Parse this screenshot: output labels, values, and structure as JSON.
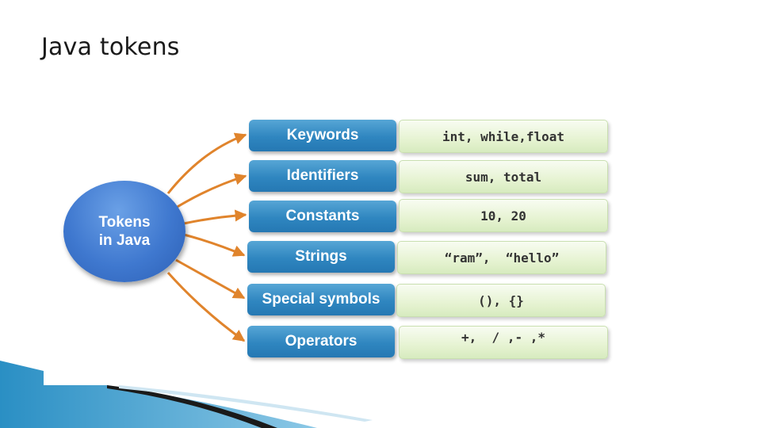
{
  "slide": {
    "title": "Java tokens"
  },
  "hub": {
    "line1": "Tokens",
    "line2": "in Java"
  },
  "tokens": [
    {
      "category": "Keywords",
      "examples": "int, while,float"
    },
    {
      "category": "Identifiers",
      "examples": "sum, total"
    },
    {
      "category": "Constants",
      "examples": "10, 20"
    },
    {
      "category": "Strings",
      "examples": "“ram”,  “hello”"
    },
    {
      "category": "Special symbols",
      "examples": "(), {}"
    },
    {
      "category": "Operators",
      "examples": "+,  / ,- ,*"
    }
  ],
  "colors": {
    "arrow": "#e0842c",
    "category_box": "#2f86c0",
    "example_box": "#e6f3d2",
    "hub": "#3f78cf",
    "corner_accent": "#2a8fc4"
  }
}
